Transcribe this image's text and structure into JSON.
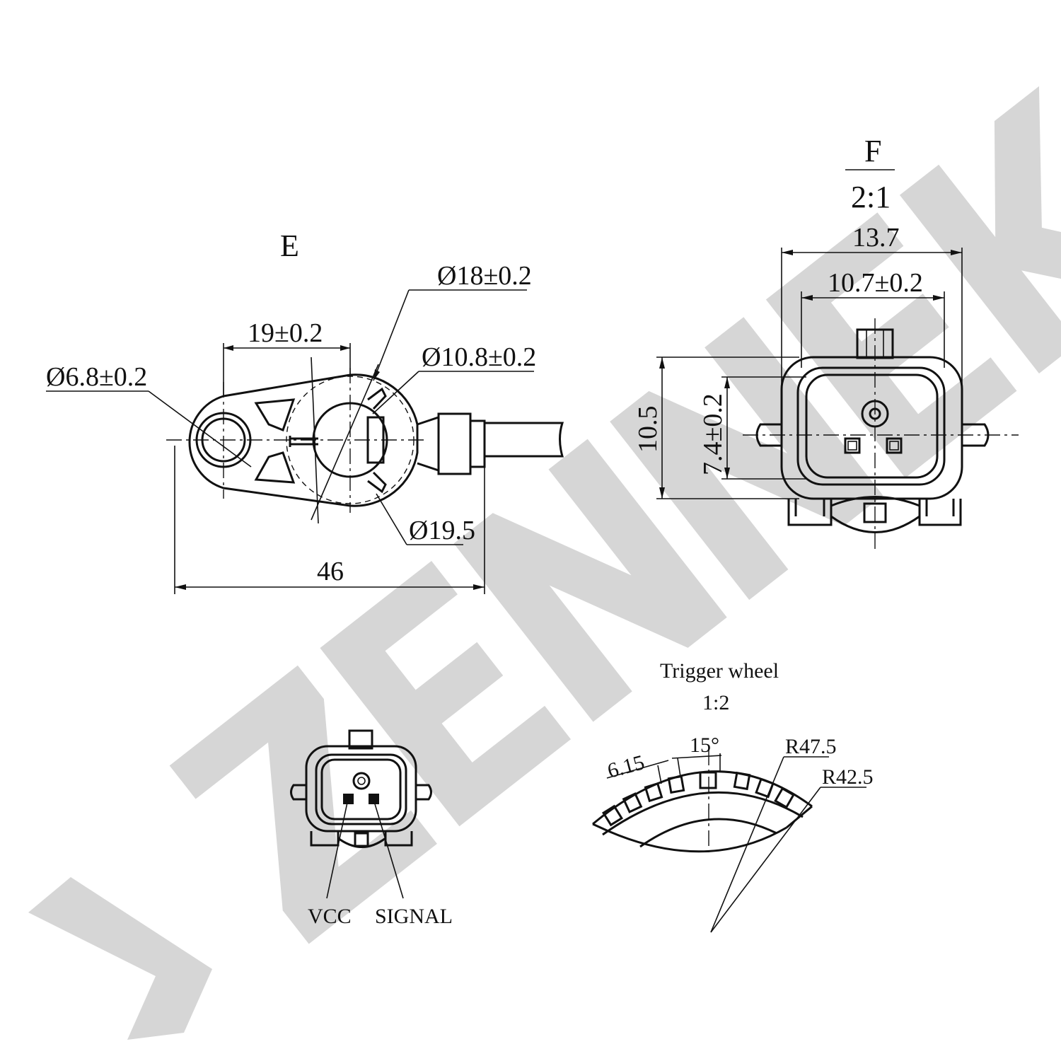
{
  "view_e": {
    "label": "E",
    "dim_hole_small": "Ø6.8±0.2",
    "dim_center_distance": "19±0.2",
    "dim_outer_18": "Ø18±0.2",
    "dim_inner_108": "Ø10.8±0.2",
    "dim_flange_195": "Ø19.5",
    "dim_length": "46"
  },
  "view_f": {
    "label": "F",
    "scale": "2:1",
    "dim_width_outer": "13.7",
    "dim_width_inner": "10.7±0.2",
    "dim_height_outer": "10.5",
    "dim_height_inner": "7.4±0.2"
  },
  "connector": {
    "pin_vcc": "VCC",
    "pin_signal": "SIGNAL"
  },
  "trigger_wheel": {
    "title": "Trigger wheel",
    "scale": "1:2",
    "dim_tooth": "6.15",
    "dim_angle": "15°",
    "dim_r_outer": "R47.5",
    "dim_r_inner": "R42.5"
  }
}
